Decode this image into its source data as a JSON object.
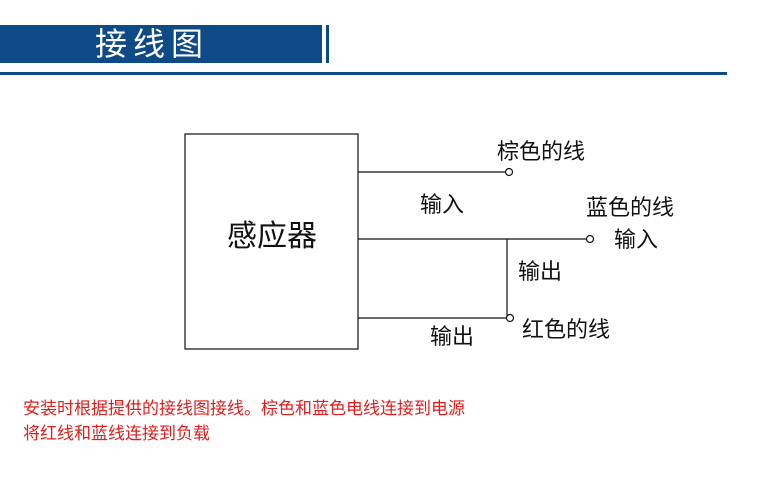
{
  "header": {
    "title": "接线图"
  },
  "diagram": {
    "sensor_label": "感应器",
    "brown_wire": {
      "name": "棕色的线",
      "role": "输入"
    },
    "blue_wire": {
      "name": "蓝色的线",
      "role": "输入"
    },
    "red_wire": {
      "name": "红色的线",
      "role": "输出",
      "tap_role": "输出"
    }
  },
  "notes": {
    "line1": "安装时根据提供的接线图接线。棕色和蓝色电线连接到电源",
    "line2": "将红线和蓝线连接到负载"
  },
  "colors": {
    "header_blue": "#0e4a86",
    "note_red": "#e01e1e",
    "line": "#111111"
  }
}
